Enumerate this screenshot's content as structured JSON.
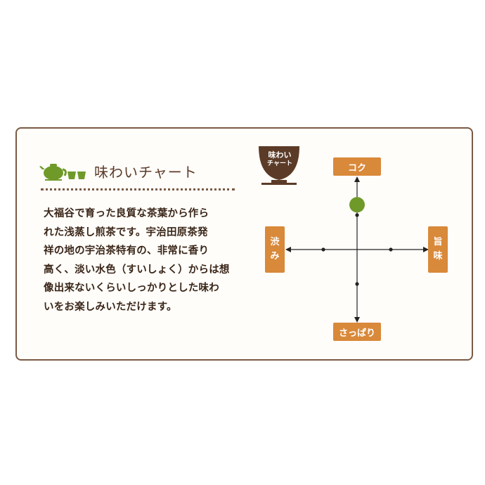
{
  "heading": {
    "title": "味わいチャート",
    "icon": "teapot-and-cups-icon",
    "icon_color": "#6f9a2a"
  },
  "description": "大福谷で育った良質な茶葉から作ら\nれた浅蒸し煎茶です。宇治田原茶発\n祥の地の宇治茶特有の、非常に香り\n高く、淡い水色（すいしょく）からは想\n像出来ないくらいしっかりとした味わ\nいをお楽しみいただけます。",
  "badge": {
    "line1": "味わい",
    "line2": "チャート",
    "color": "#5b3b27"
  },
  "axes": {
    "top": "コク",
    "bottom": "さっぱり",
    "left": "渋み",
    "right": "旨味",
    "color": "#d9893a"
  },
  "chart_data": {
    "type": "scatter",
    "x_axis": {
      "negative": "渋み",
      "positive": "旨味",
      "range": [
        -2,
        2
      ]
    },
    "y_axis": {
      "negative": "さっぱり",
      "positive": "コク",
      "range": [
        -2,
        2
      ]
    },
    "ticks": [
      -1,
      1
    ],
    "point": {
      "x": 0,
      "y": 1.3,
      "color": "#6f9a2a"
    }
  }
}
